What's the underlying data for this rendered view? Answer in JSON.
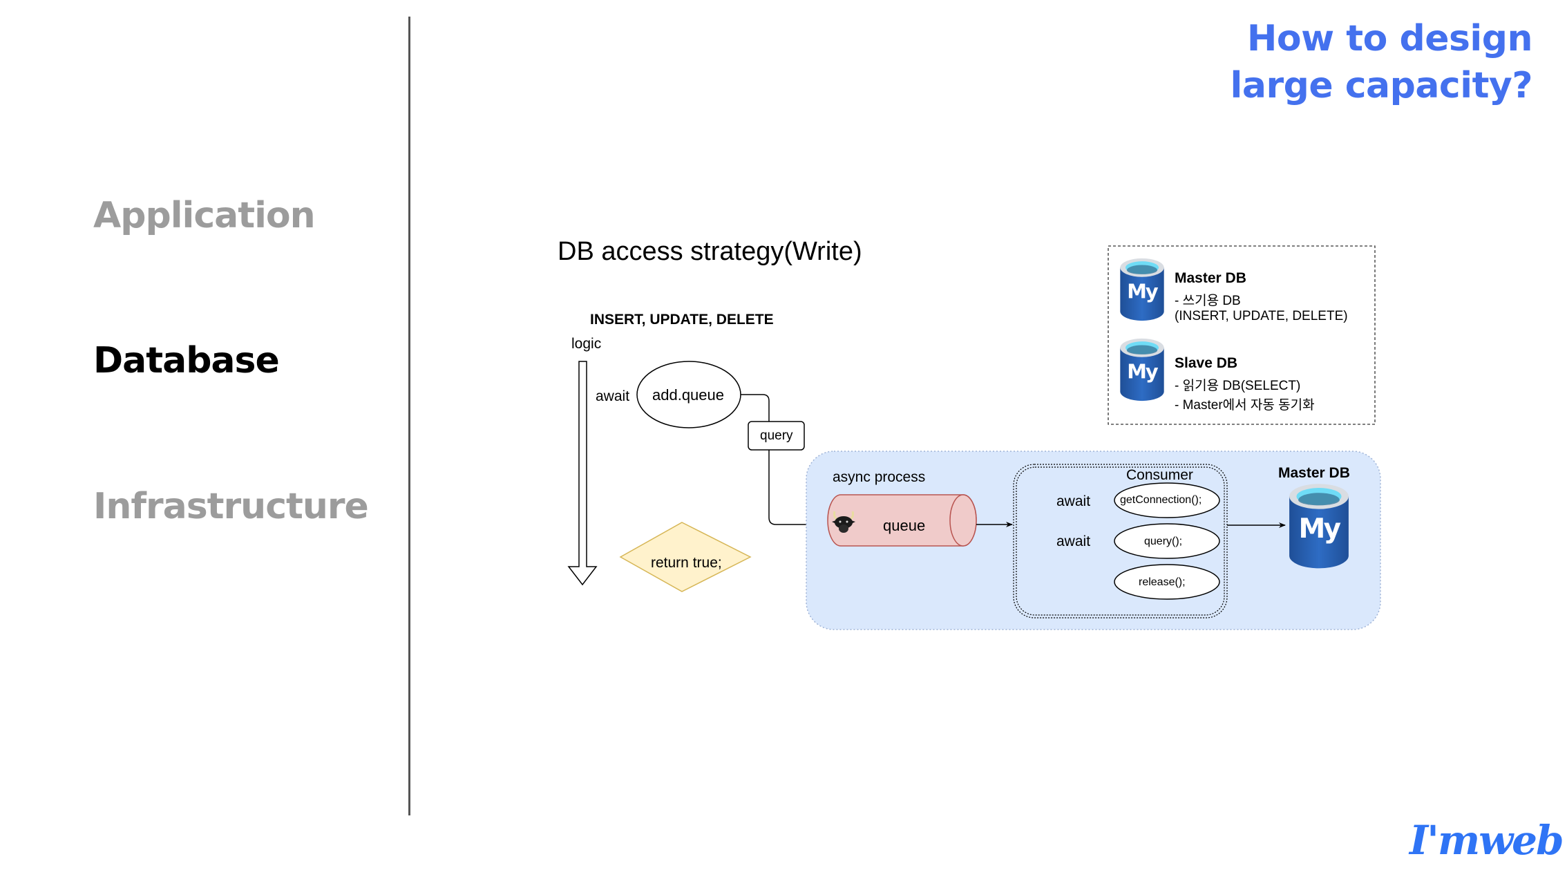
{
  "slide": {
    "title_lines": [
      "How to design",
      "large capacity?"
    ],
    "accent_color": "#4471ee",
    "logo_text": "I'mweb",
    "logo_color": "#2f74f5"
  },
  "sidebar": {
    "items": [
      {
        "label": "Application",
        "active": false
      },
      {
        "label": "Database",
        "active": true
      },
      {
        "label": "Infrastructure",
        "active": false
      }
    ]
  },
  "diagram": {
    "title": "DB access strategy(Write)",
    "operations_label": "INSERT, UPDATE, DELETE",
    "logic_label": "logic",
    "await_label": "await",
    "add_queue_label": "add.queue",
    "query_edge_label": "query",
    "return_label": "return true;",
    "async_label": "async process",
    "queue_label": "queue",
    "queue_icon": "bull-icon",
    "consumer": {
      "title": "Consumer",
      "steps": [
        {
          "prefix": "await",
          "call": "getConnection();"
        },
        {
          "prefix": "await",
          "call": "query();"
        },
        {
          "prefix": "",
          "call": "release();"
        }
      ]
    },
    "target_db_label": "Master DB",
    "db_icon": "mysql-icon",
    "colors": {
      "async_fill": "#dae8fc",
      "queue_fill": "#f0cbca",
      "queue_stroke": "#b85450",
      "return_fill": "#fff2cc",
      "return_stroke": "#d6b656",
      "db_blue": "#2b63b3"
    }
  },
  "legend": {
    "entries": [
      {
        "name": "Master DB",
        "lines": [
          "- 쓰기용 DB",
          "(INSERT, UPDATE, DELETE)"
        ]
      },
      {
        "name": "Slave DB",
        "lines": [
          "- 읽기용 DB(SELECT)",
          "- Master에서 자동 동기화"
        ]
      }
    ]
  }
}
